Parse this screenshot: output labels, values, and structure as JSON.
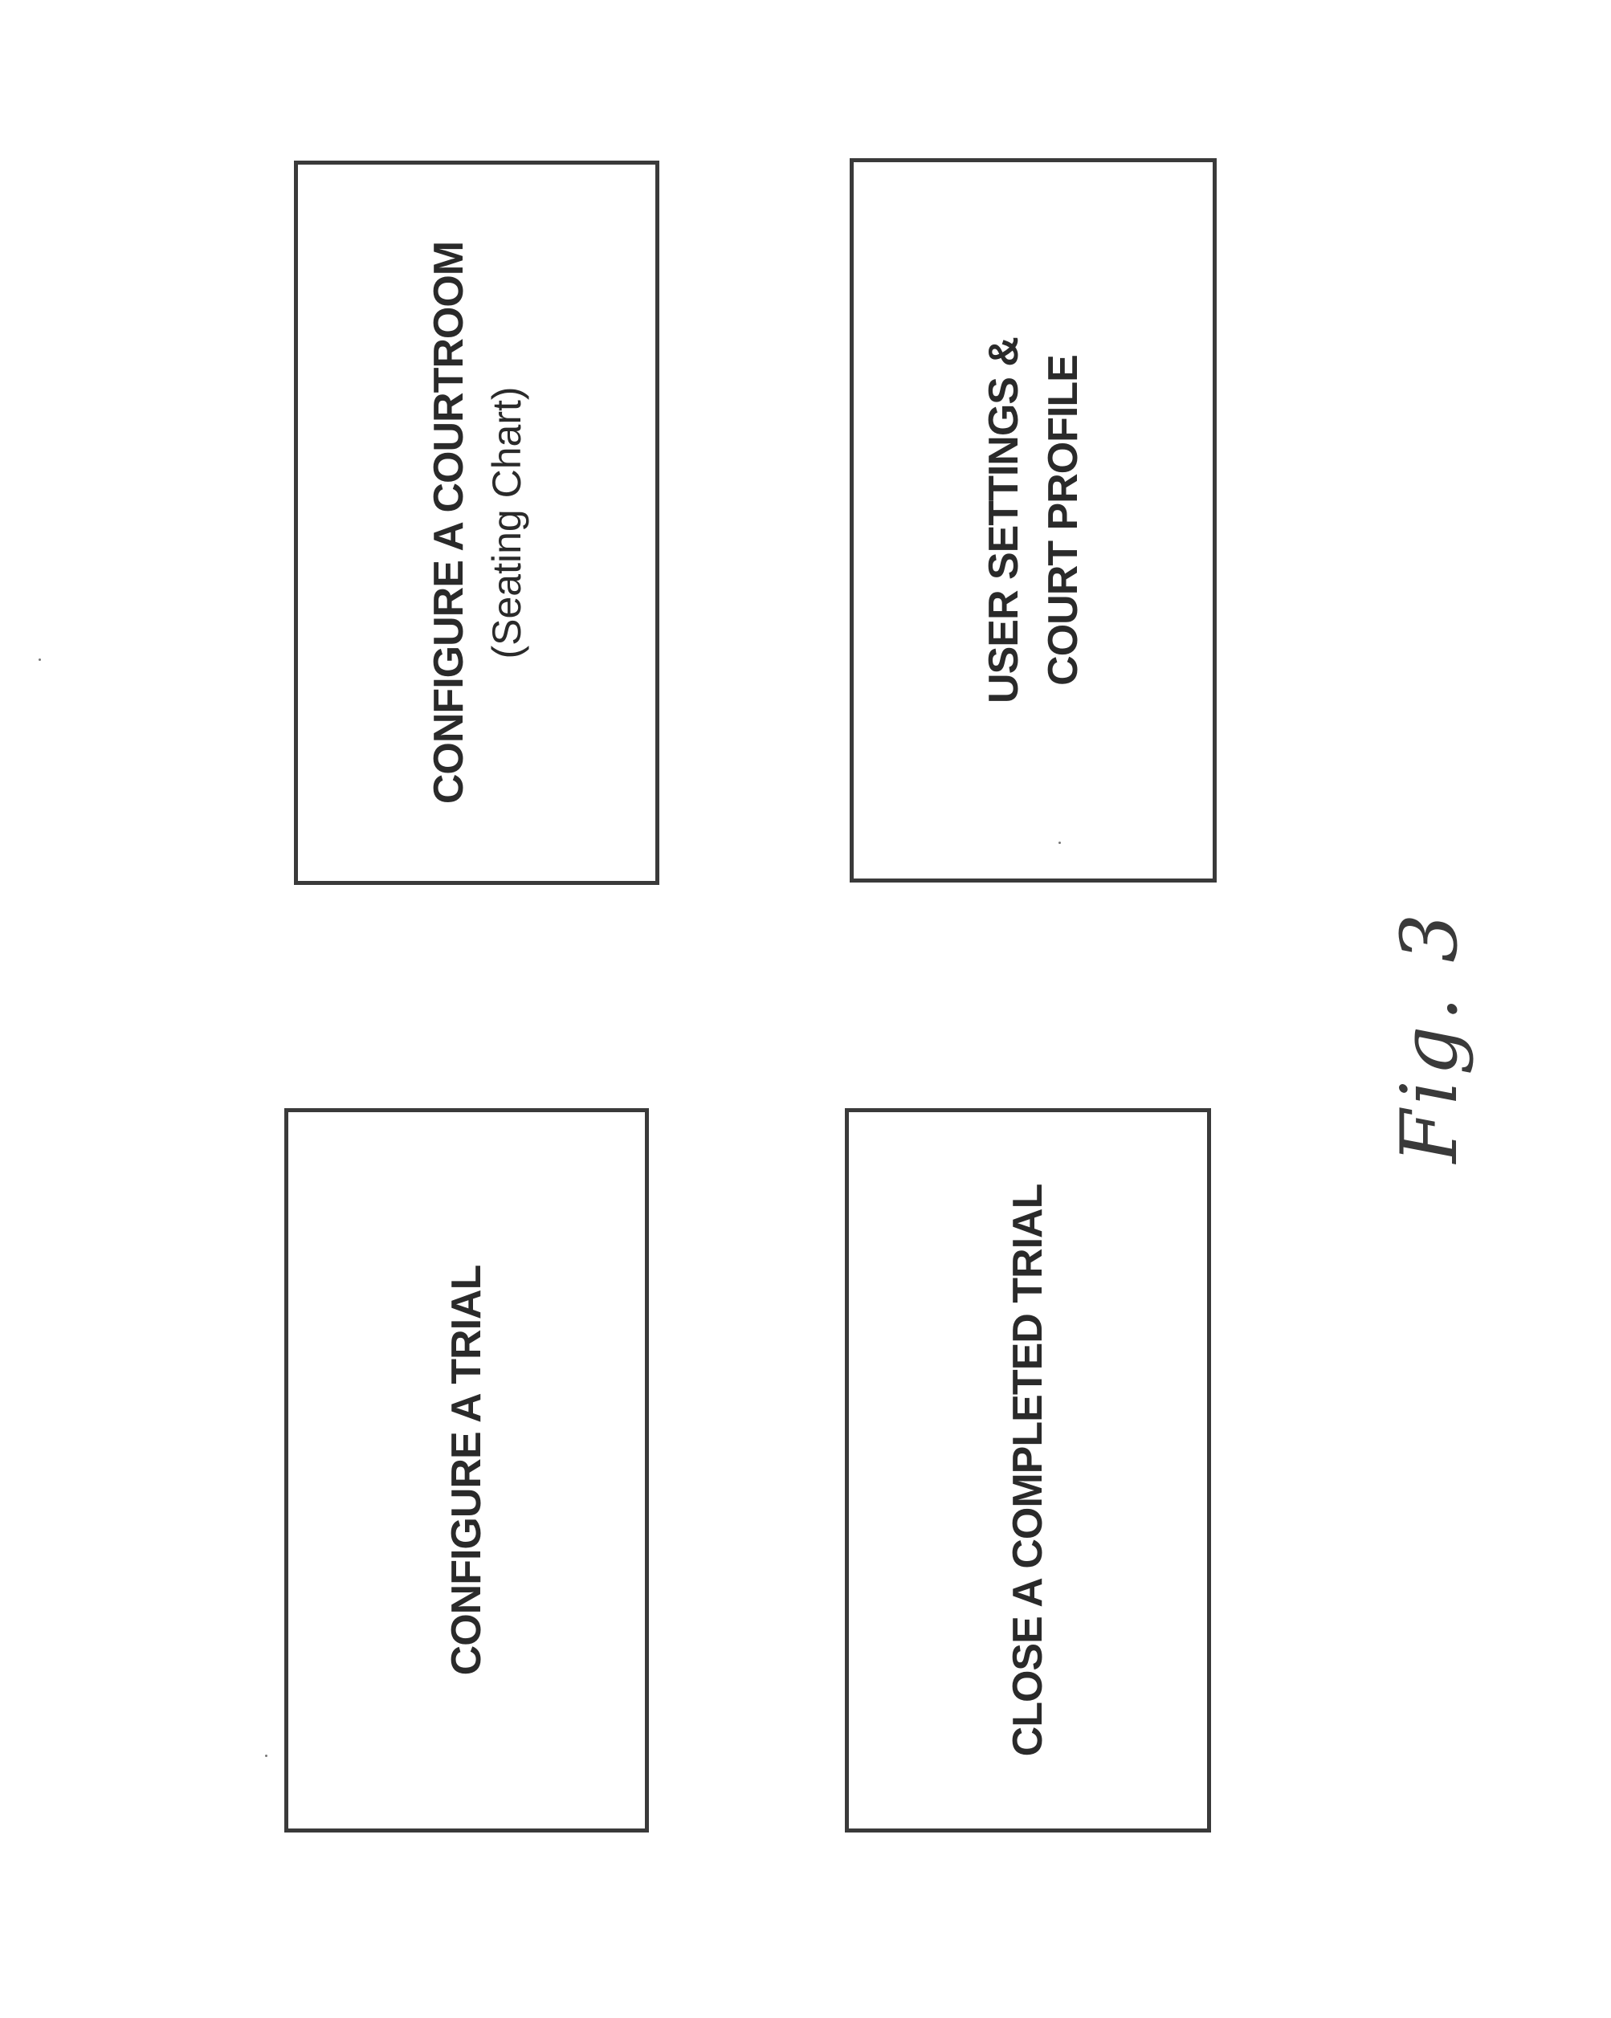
{
  "menu": {
    "courtroom": {
      "title": "CONFIGURE A COURTROOM",
      "subtitle": "(Seating Chart)"
    },
    "settings": {
      "line1": "USER SETTINGS &",
      "line2": "COURT PROFILE"
    },
    "trial": {
      "title": "CONFIGURE A TRIAL"
    },
    "close": {
      "title": "CLOSE A COMPLETED TRIAL"
    }
  },
  "figure_label": "Fig. 3"
}
